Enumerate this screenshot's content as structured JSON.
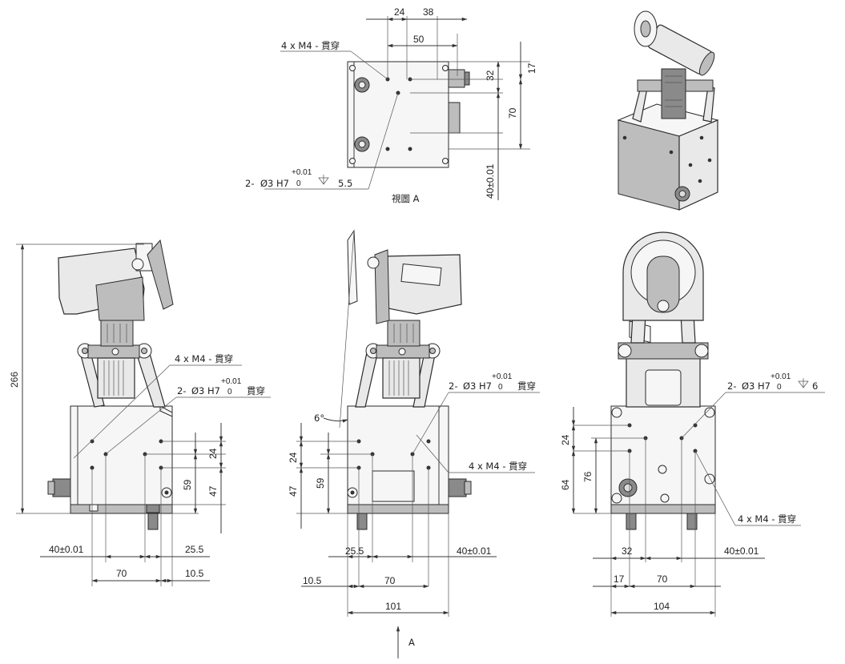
{
  "view_a": {
    "label": "視圖 A",
    "hole_callout": "4 x M4 - 貫穿",
    "pin_prefix": "2-",
    "pin_callout": "Ø3 H7",
    "tol_plus": "+0.01",
    "tol_zero": "0",
    "pin_depth": "5.5",
    "dims": {
      "d24": "24",
      "d38": "38",
      "d50": "50",
      "d32": "32",
      "d17": "17",
      "d70": "70",
      "d40": "40±0.01"
    }
  },
  "left_view": {
    "height_total": "266",
    "hole_callout": "4 x M4 - 貫穿",
    "pin_prefix": "2-",
    "pin_callout": "Ø3 H7",
    "tol_plus": "+0.01",
    "tol_zero": "0",
    "pin_suffix": "貫穿",
    "dims": {
      "d24": "24",
      "d47": "47",
      "d59": "59",
      "d40": "40±0.01",
      "d25_5": "25.5",
      "d70": "70",
      "d10_5": "10.5"
    }
  },
  "center_view": {
    "angle": "6°",
    "hole_callout": "4 x M4 - 貫穿",
    "pin_prefix": "2-",
    "pin_callout": "Ø3 H7",
    "tol_plus": "+0.01",
    "tol_zero": "0",
    "pin_suffix": "貫穿",
    "view_arrow_label": "A",
    "dims": {
      "d24": "24",
      "d47": "47",
      "d59": "59",
      "d25_5": "25.5",
      "d40": "40±0.01",
      "d10_5": "10.5",
      "d70": "70",
      "d101": "101"
    }
  },
  "right_view": {
    "hole_callout": "4 x M4 - 貫穿",
    "pin_prefix": "2-",
    "pin_callout": "Ø3 H7",
    "tol_plus": "+0.01",
    "tol_zero": "0",
    "pin_depth": "6",
    "dims": {
      "d24": "24",
      "d64": "64",
      "d76": "76",
      "d32": "32",
      "d40": "40±0.01",
      "d17": "17",
      "d70": "70",
      "d104": "104"
    }
  }
}
